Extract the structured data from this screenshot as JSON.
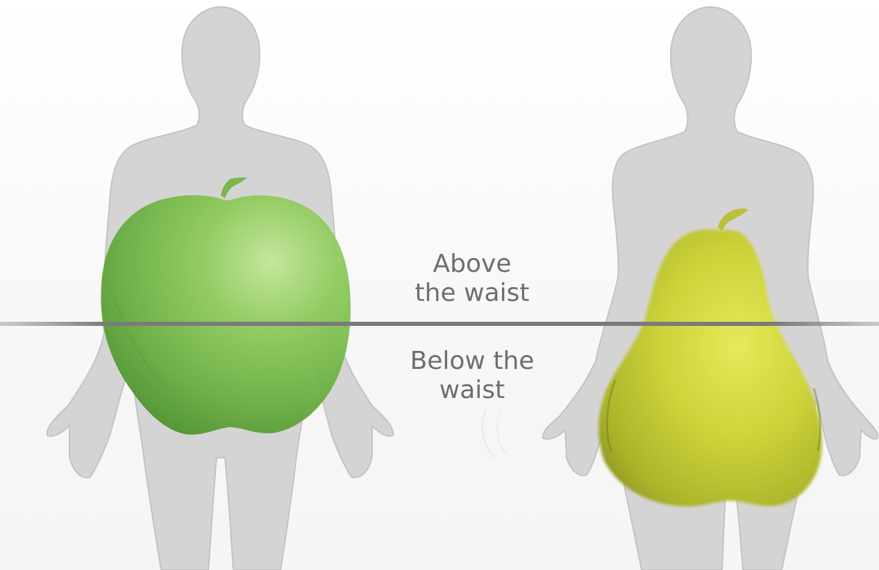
{
  "labels": {
    "above": [
      "Above",
      "the waist"
    ],
    "below": [
      "Below the",
      "waist"
    ]
  },
  "colors": {
    "silhouette": "#d4d3d3",
    "silhouette_outline": "#c3c2c2",
    "waistline": "#777777",
    "apple_light": "#b6e08a",
    "apple_mid": "#7bc04f",
    "apple_dark": "#4d9630",
    "pear_light": "#e4ea55",
    "pear_mid": "#c6cc36",
    "pear_dark": "#8f9a22",
    "text": "#6e6e6e"
  },
  "icons": {
    "left_figure": "male-silhouette-icon",
    "right_figure": "female-silhouette-icon",
    "apple": "apple-icon",
    "pear": "pear-icon"
  }
}
